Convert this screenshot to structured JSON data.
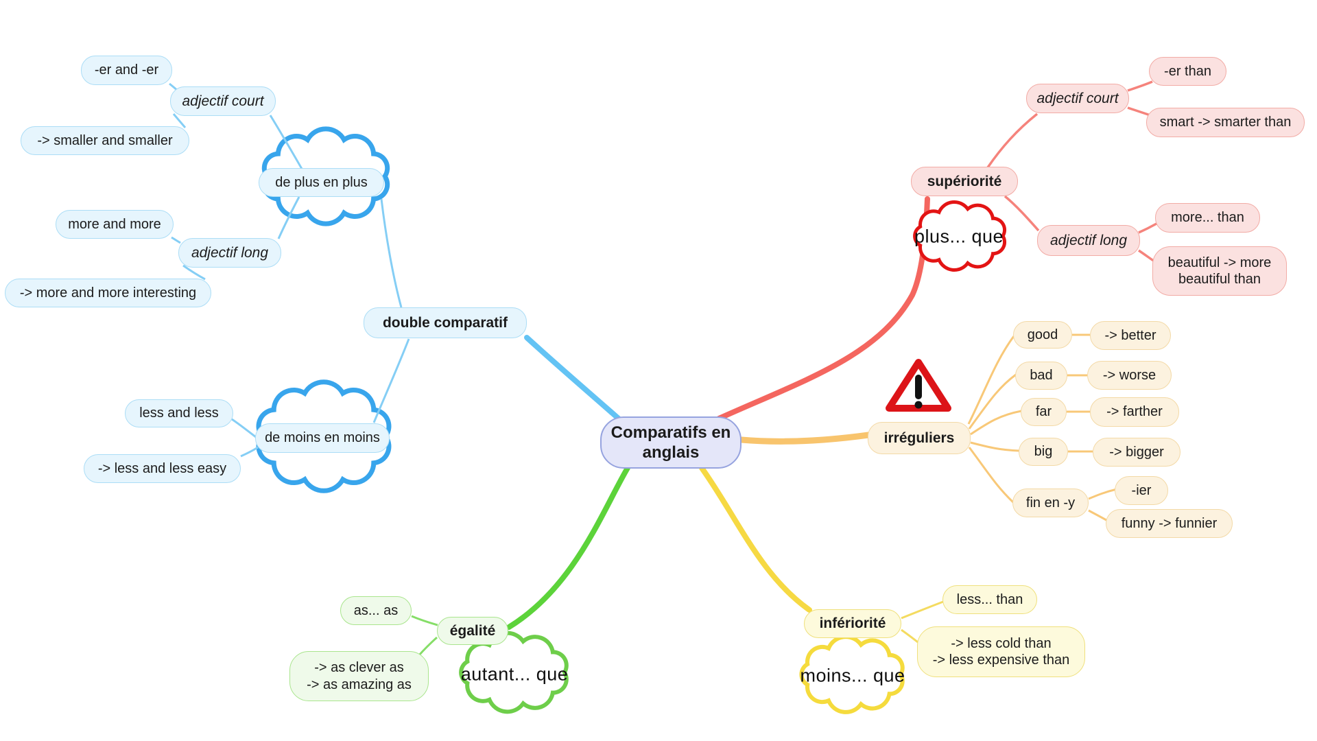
{
  "title": "Comparatifs en anglais",
  "center": {
    "label": "Comparatifs en\nanglais"
  },
  "blue": {
    "topic": "double comparatif",
    "cloud_plus": "de plus en plus",
    "court": {
      "label": "adjectif court",
      "suffix": "-er and -er",
      "example": "-> smaller and smaller"
    },
    "long": {
      "label": "adjectif long",
      "prefix": "more and more",
      "example": "-> more and more interesting"
    },
    "cloud_moins": "de moins en moins",
    "moins_rule": "less and less",
    "moins_example": "-> less and less easy"
  },
  "red": {
    "topic": "supériorité",
    "cloud": "plus... que",
    "court": {
      "label": "adjectif court",
      "rule": "-er than",
      "example": "smart -> smarter than"
    },
    "long": {
      "label": "adjectif long",
      "rule": "more... than",
      "example": "beautiful -> more beautiful than"
    }
  },
  "orange": {
    "topic": "irréguliers",
    "icon": "warning-triangle",
    "pairs": [
      {
        "word": "good",
        "comparative": "-> better"
      },
      {
        "word": "bad",
        "comparative": "-> worse"
      },
      {
        "word": "far",
        "comparative": "-> farther"
      },
      {
        "word": "big",
        "comparative": "-> bigger"
      }
    ],
    "fin": {
      "label": "fin en -y",
      "rule": "-ier",
      "example": "funny -> funnier"
    }
  },
  "yellow": {
    "topic": "infériorité",
    "cloud": "moins... que",
    "rule": "less... than",
    "example": "-> less cold than\n-> less expensive than"
  },
  "green": {
    "topic": "égalité",
    "cloud": "autant... que",
    "rule": "as... as",
    "example": "-> as clever as\n-> as amazing as"
  },
  "colors": {
    "center_fill": "#E4E6F9",
    "center_border": "#96A3DF",
    "blue_branch": "#63C3F4",
    "blue_fill": "#E6F5FD",
    "blue_border": "#ABDDF6",
    "blue_cloud": "#38A5EC",
    "red_branch": "#F4665F",
    "red_fill": "#FBE1E0",
    "red_border": "#F2ABA5",
    "red_cloud": "#E31414",
    "orange_branch": "#F8C46D",
    "orange_fill": "#FCF2DF",
    "orange_border": "#F3D9A6",
    "yellow_branch": "#F6D943",
    "yellow_fill": "#FDFADC",
    "yellow_border": "#EFE07C",
    "yellow_cloud": "#F5DB3D",
    "green_branch": "#5CD33A",
    "green_fill": "#EFFAEA",
    "green_border": "#A9E58D",
    "green_cloud": "#6ECE4A",
    "warning": "#DC1418",
    "text": "#1B1B1B"
  }
}
